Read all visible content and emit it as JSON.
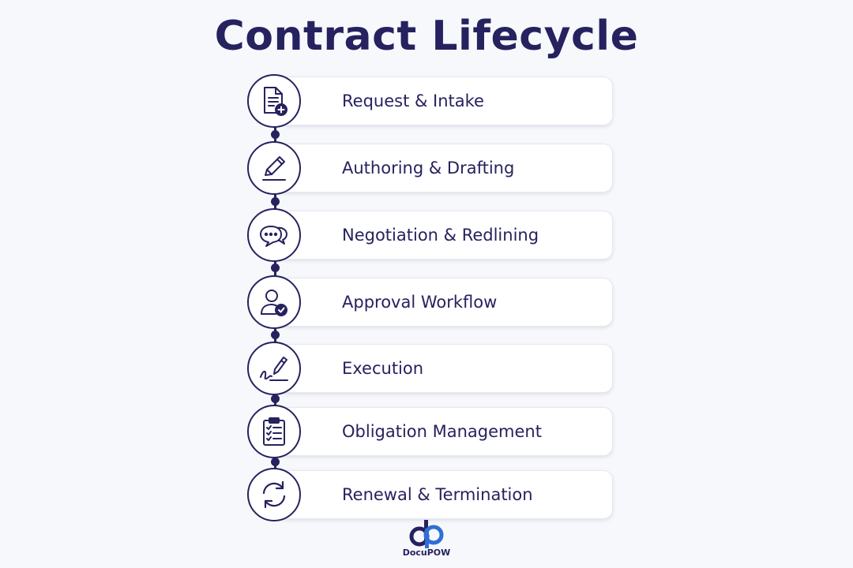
{
  "title": "Contract Lifecycle",
  "steps": [
    {
      "label": "Request & Intake",
      "icon": "document-add-icon"
    },
    {
      "label": "Authoring & Drafting",
      "icon": "pencil-icon"
    },
    {
      "label": "Negotiation & Redlining",
      "icon": "chat-bubbles-icon"
    },
    {
      "label": "Approval Workflow",
      "icon": "user-check-icon"
    },
    {
      "label": "Execution",
      "icon": "pen-signature-icon"
    },
    {
      "label": "Obligation Management",
      "icon": "clipboard-checklist-icon"
    },
    {
      "label": "Renewal & Termination",
      "icon": "refresh-cycle-icon"
    }
  ],
  "logo": {
    "text": "DocuPOW",
    "mark": "dp"
  },
  "colors": {
    "primary": "#26225f",
    "background": "#f7f8fb",
    "card": "#ffffff"
  }
}
